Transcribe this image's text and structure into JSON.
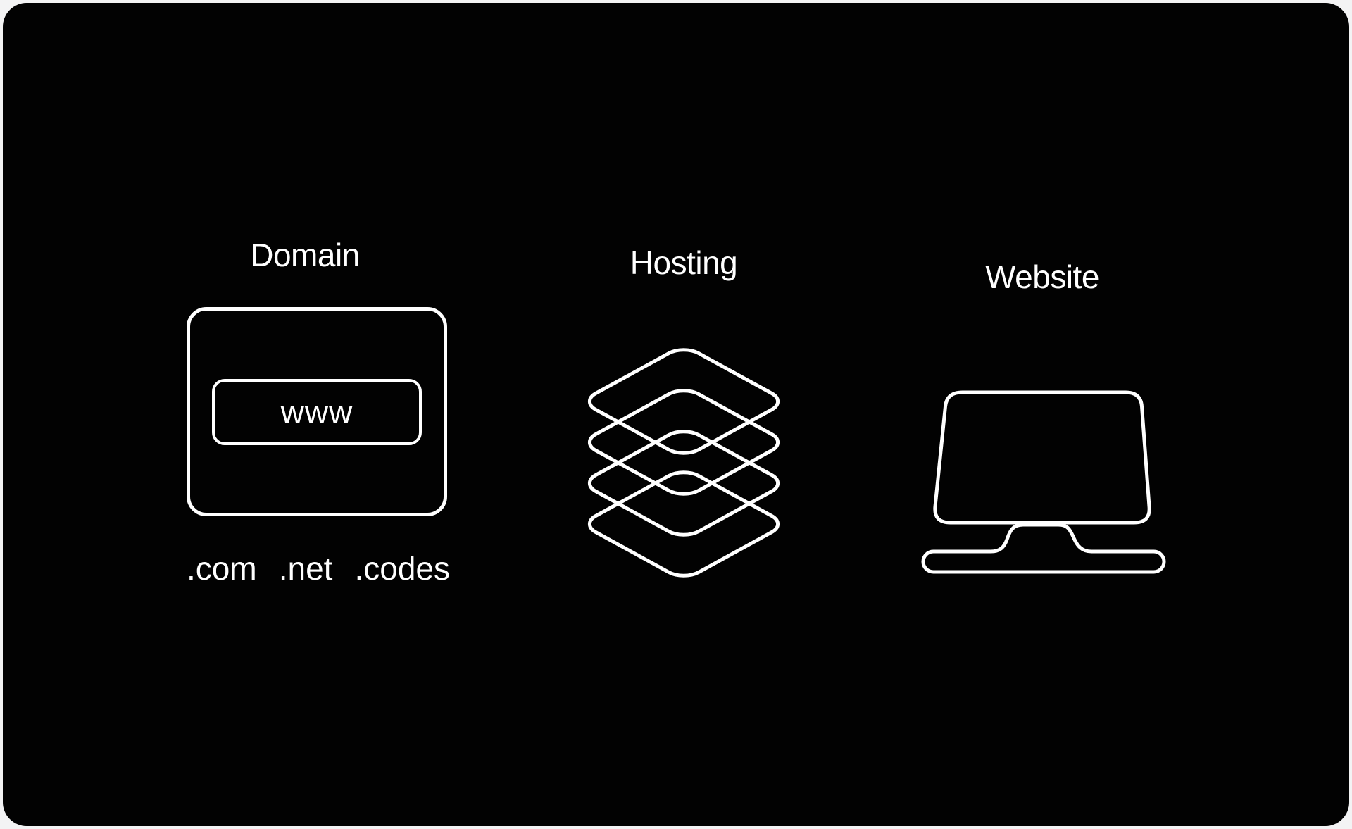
{
  "colors": {
    "page_background": "#f3f3f4",
    "panel_background": "#020202",
    "foreground": "#ffffff"
  },
  "sections": {
    "domain": {
      "title": "Domain",
      "icon": "browser-window-icon",
      "address_bar_text": "www",
      "tlds": [
        ".com",
        ".net",
        ".codes"
      ]
    },
    "hosting": {
      "title": "Hosting",
      "icon": "layers-stack-icon",
      "layer_count": 4
    },
    "website": {
      "title": "Website",
      "icon": "monitor-icon"
    }
  }
}
